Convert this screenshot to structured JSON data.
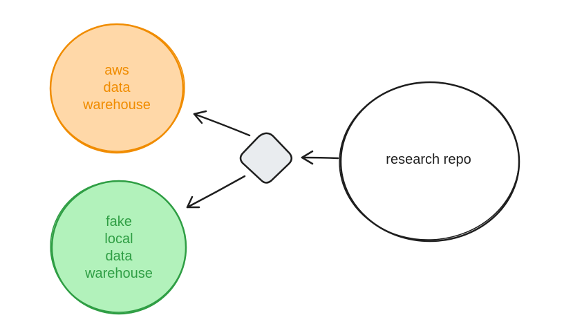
{
  "nodes": {
    "aws": {
      "lines": [
        "aws",
        "data",
        "warehouse"
      ],
      "text_color": "#f08c00",
      "fill": "#ffd8a8",
      "stroke": "#f08c00"
    },
    "fake": {
      "lines": [
        "fake",
        "local",
        "data",
        "warehouse"
      ],
      "text_color": "#2f9e44",
      "fill": "#b2f2bb",
      "stroke": "#2f9e44"
    },
    "research": {
      "lines": [
        "research repo"
      ],
      "text_color": "#1e1e1e",
      "fill": "#ffffff",
      "stroke": "#1e1e1e"
    },
    "decision": {
      "fill": "#e9ecef",
      "stroke": "#1e1e1e"
    }
  },
  "edges": [
    {
      "from": "research",
      "to": "decision"
    },
    {
      "from": "decision",
      "to": "aws"
    },
    {
      "from": "decision",
      "to": "fake"
    }
  ],
  "stroke_color": "#1e1e1e"
}
